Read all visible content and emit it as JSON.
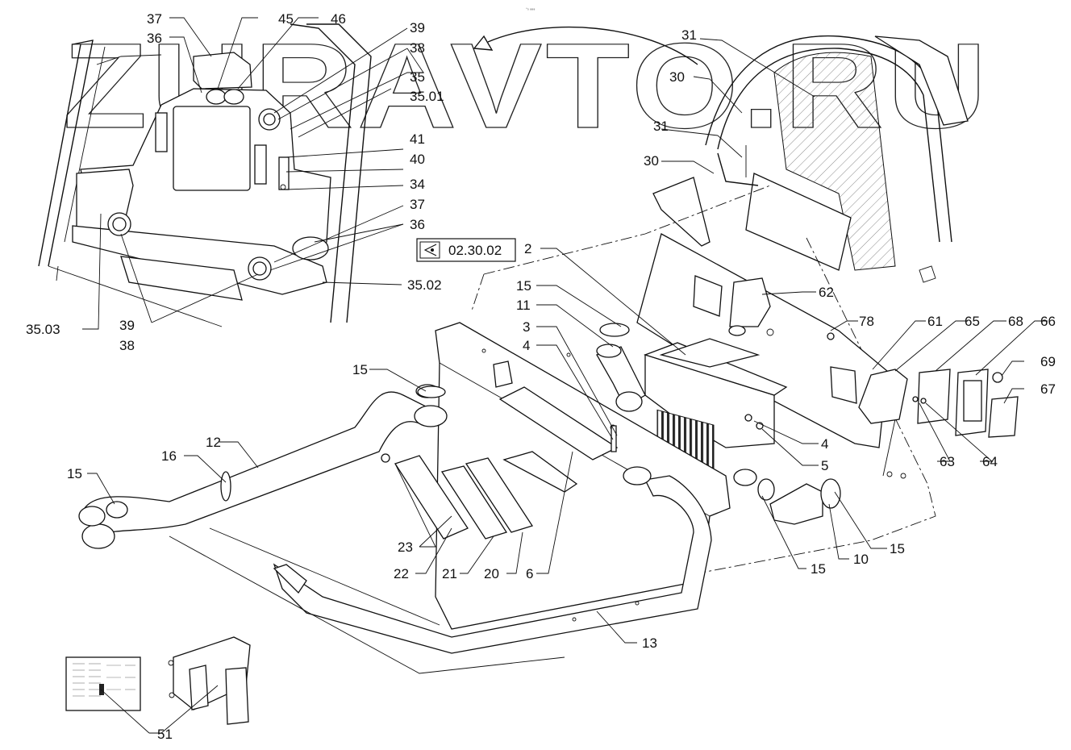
{
  "watermark": "ZURAVTO.RU",
  "reference_box": {
    "code": "02.30.02",
    "icon": "view-reference-icon"
  },
  "top_mark": "▫₀ ₈₈₈",
  "callouts": {
    "c37a": "37",
    "c36a": "36",
    "c45": "45",
    "c46": "46",
    "c39a": "39",
    "c38a": "38",
    "c35": "35",
    "c3501": "35.01",
    "c41": "41",
    "c40": "40",
    "c34": "34",
    "c37b": "37",
    "c36b": "36",
    "c3502": "35.02",
    "c3503": "35.03",
    "c39b": "39",
    "c38b": "38",
    "c31a": "31",
    "c30a": "30",
    "c31b": "31",
    "c30b": "30",
    "c2": "2",
    "c15a": "15",
    "c11": "11",
    "c3": "3",
    "c4a": "4",
    "c62": "62",
    "c78": "78",
    "c61": "61",
    "c65": "65",
    "c68": "68",
    "c66": "66",
    "c69": "69",
    "c67": "67",
    "c15b": "15",
    "c16": "16",
    "c12": "12",
    "c15c": "15",
    "c4b": "4",
    "c5": "5",
    "c63": "63",
    "c64": "64",
    "c15d": "15",
    "c10": "10",
    "c15e": "15",
    "c23": "23",
    "c22": "22",
    "c21": "21",
    "c20": "20",
    "c6": "6",
    "c13": "13",
    "c51": "51"
  }
}
